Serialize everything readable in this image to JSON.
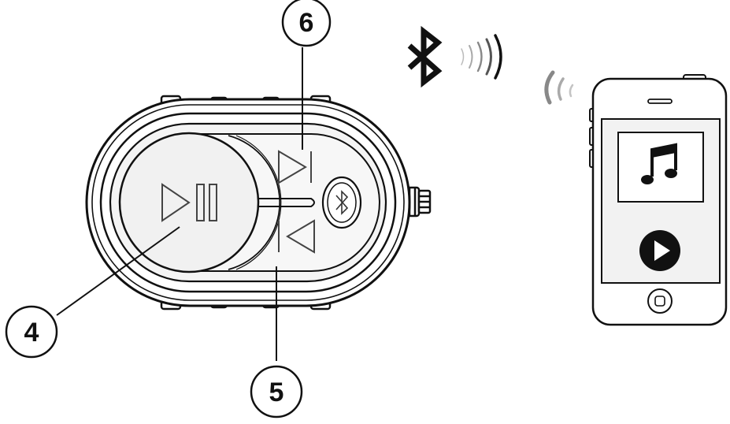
{
  "callouts": {
    "play_pause": {
      "number": "4"
    },
    "previous": {
      "number": "5"
    },
    "next": {
      "number": "6"
    }
  },
  "icons": {
    "bluetooth": "bluetooth-icon",
    "signal": "wireless-signal-icon",
    "music": "music-note-icon",
    "play": "play-icon",
    "home": "home-button-icon"
  },
  "colors": {
    "ink": "#111111",
    "device_fill": "#f2f2f2",
    "signal_gray": "#9a9a9a",
    "background": "#ffffff"
  }
}
